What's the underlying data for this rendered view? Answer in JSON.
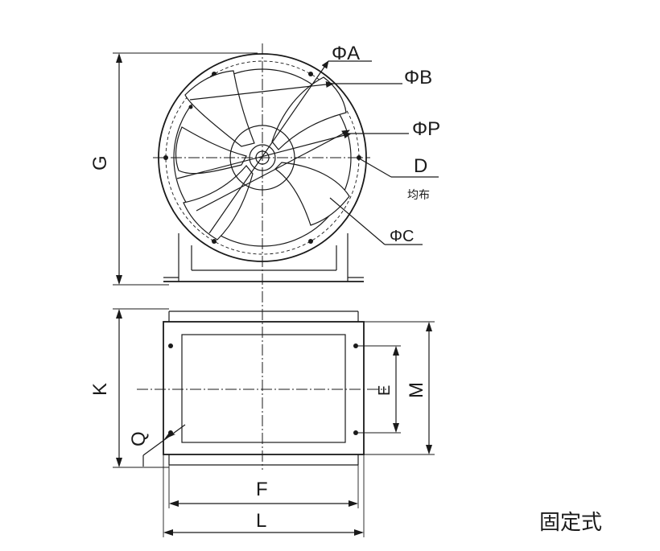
{
  "labels": {
    "phi_a": "ΦA",
    "phi_b": "ΦB",
    "phi_p": "ΦP",
    "d": "D",
    "evenly_distributed": "均布",
    "phi_c": "ΦC",
    "g": "G",
    "k": "K",
    "e": "E",
    "m": "M",
    "q": "Q",
    "f": "F",
    "l": "L"
  },
  "caption": "固定式",
  "colors": {
    "line": "#1a1a1a",
    "background": "#ffffff"
  }
}
